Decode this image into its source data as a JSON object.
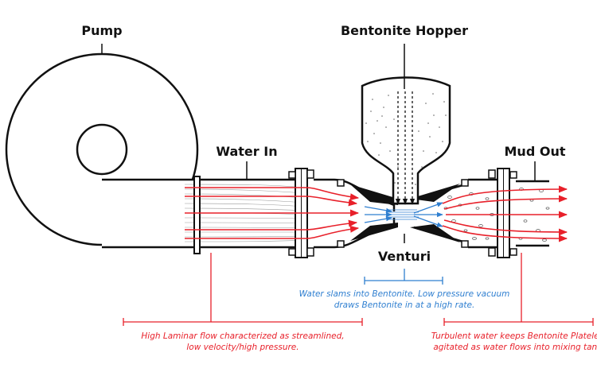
{
  "labels": {
    "pump": "Pump",
    "hopper": "Bentonite Hopper",
    "water_in": "Water In",
    "mud_out": "Mud Out",
    "venturi": "Venturi"
  },
  "notes": {
    "venturi_line1": "Water slams into Bentonite. Low pressure vacuum",
    "venturi_line2": "draws Bentonite in at a high rate.",
    "laminar_line1": "High Laminar flow characterized as streamlined,",
    "laminar_line2": "low velocity/high pressure.",
    "turbulent_line1": "Turbulent water keeps Bentonite Platelets",
    "turbulent_line2": "agitated as water flows into mixing tank."
  },
  "colors": {
    "flow_red": "#e8202a",
    "venturi_blue": "#2f7fd0",
    "outline": "#111111"
  }
}
